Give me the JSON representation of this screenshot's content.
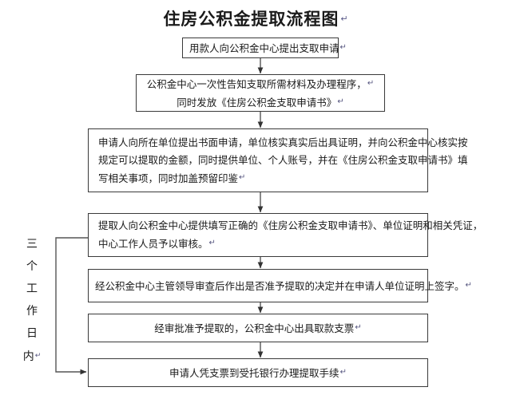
{
  "title": {
    "text": "住房公积金提取流程图",
    "return_mark": "↵"
  },
  "side_label": {
    "name": "three-working-days",
    "full_text": "三个工作日内",
    "chars": [
      "三",
      "个",
      "工",
      "作",
      "日",
      "内"
    ],
    "return_mark": "↵"
  },
  "marks": {
    "paragraph_return": "↵"
  },
  "colors": {
    "box_border": "#3a3a3a",
    "box_fill": "#ffffff",
    "connector": "#555555",
    "text": "#1a1a1a",
    "return_mark": "#55557f",
    "page_background": "#ffffff"
  },
  "chart_data": {
    "type": "diagram",
    "diagram_kind": "flowchart",
    "orientation": "top-to-bottom",
    "title": "住房公积金提取流程图",
    "node_count": 7,
    "nodes": [
      {
        "id": "node-1",
        "step": 1,
        "align": "center",
        "lines": [
          "用款人向公积金中心提出支取申请"
        ],
        "return_on_last_line": true
      },
      {
        "id": "node-2",
        "step": 2,
        "align": "center",
        "lines": [
          "公积金中心一次性告知支取所需材料及办理程序，",
          "同时发放《住房公积金支取申请书》"
        ],
        "return_on_last_line": true,
        "return_on_each_line": true
      },
      {
        "id": "node-3",
        "step": 3,
        "align": "justify",
        "lines": [
          "申请人向所在单位提出书面申请，单位核实真实后出具证明，并向公积金中心核实按",
          "规定可以提取的金额，同时提供单位、个人账号，并在《住房公积金支取申请书》填",
          "写相关事项，同时加盖预留印鉴"
        ],
        "return_on_last_line": true
      },
      {
        "id": "node-4",
        "step": 4,
        "align": "justify",
        "lines": [
          "提取人向公积金中心提供填写正确的《住房公积金支取申请书》、单位证明和相关凭证，",
          "中心工作人员予以审核。"
        ],
        "return_on_last_line": true
      },
      {
        "id": "node-5",
        "step": 5,
        "align": "center",
        "lines": [
          "经公积金中心主管领导审查后作出是否准予提取的决定并在申请人单位证明上签字。"
        ],
        "return_on_last_line": true
      },
      {
        "id": "node-6",
        "step": 6,
        "align": "center",
        "lines": [
          "经审批准予提取的，公积金中心出具取款支票"
        ],
        "return_on_last_line": true
      },
      {
        "id": "node-7",
        "step": 7,
        "align": "center",
        "lines": [
          "申请人凭支票到受托银行办理提取手续"
        ],
        "return_on_last_line": true
      }
    ],
    "edges": [
      {
        "from": "node-1",
        "to": "node-2",
        "style": "vertical-arrow"
      },
      {
        "from": "node-2",
        "to": "node-3",
        "style": "vertical-arrow"
      },
      {
        "from": "node-3",
        "to": "node-4",
        "style": "vertical-arrow"
      },
      {
        "from": "node-4",
        "to": "node-5",
        "style": "vertical-arrow"
      },
      {
        "from": "node-5",
        "to": "node-6",
        "style": "vertical-arrow"
      },
      {
        "from": "node-6",
        "to": "node-7",
        "style": "vertical-arrow"
      },
      {
        "from": "node-4",
        "to": "node-7",
        "style": "left-bracket-arrow",
        "label": "三个工作日内"
      }
    ],
    "annotations": [
      {
        "text": "三个工作日内",
        "position": "left-vertical",
        "spans": [
          "node-4",
          "node-7"
        ]
      }
    ]
  }
}
